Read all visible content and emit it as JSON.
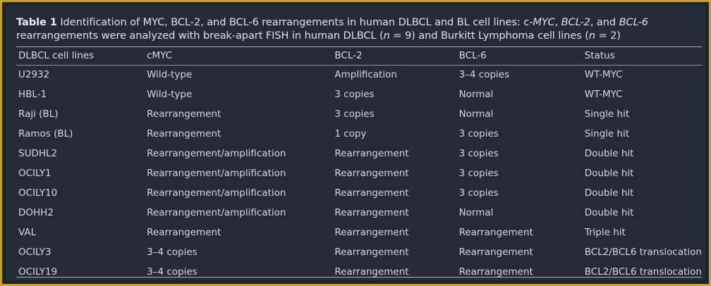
{
  "caption": {
    "label": "Table 1",
    "part1": " Identification of MYC, BCL-2, and BCL-6 rearrangements in human DLBCL and BL cell lines: c-",
    "myc": "MYC",
    "sep1": ", ",
    "bcl2": "BCL-2",
    "sep2": ", and ",
    "bcl6": "BCL-6",
    "part2": " rearrangements were analyzed with break-apart FISH in human DLBCL (",
    "n1_var": "n",
    "n1_val": " = 9) and Burkitt Lymphoma cell lines (",
    "n2_var": "n",
    "n2_val": " = 2)"
  },
  "table": {
    "headers": [
      "DLBCL cell lines",
      "cMYC",
      "BCL-2",
      "BCL-6",
      "Status"
    ],
    "rows": [
      [
        "U2932",
        "Wild-type",
        "Amplification",
        "3–4 copies",
        "WT-MYC"
      ],
      [
        "HBL-1",
        "Wild-type",
        "3 copies",
        "Normal",
        "WT-MYC"
      ],
      [
        "Raji (BL)",
        "Rearrangement",
        "3 copies",
        "Normal",
        "Single hit"
      ],
      [
        "Ramos (BL)",
        "Rearrangement",
        "1 copy",
        "3 copies",
        "Single hit"
      ],
      [
        "SUDHL2",
        "Rearrangement/amplification",
        "Rearrangement",
        "3 copies",
        "Double hit"
      ],
      [
        "OCILY1",
        "Rearrangement/amplification",
        "Rearrangement",
        "3 copies",
        "Double hit"
      ],
      [
        "OCILY10",
        "Rearrangement/amplification",
        "Rearrangement",
        "3 copies",
        "Double hit"
      ],
      [
        "DOHH2",
        "Rearrangement/amplification",
        "Rearrangement",
        "Normal",
        "Double hit"
      ],
      [
        "VAL",
        "Rearrangement",
        "Rearrangement",
        "Rearrangement",
        "Triple hit"
      ],
      [
        "OCILY3",
        "3–4 copies",
        "Rearrangement",
        "Rearrangement",
        "BCL2/BCL6 translocation"
      ],
      [
        "OCILY19",
        "3–4 copies",
        "Rearrangement",
        "Rearrangement",
        "BCL2/BCL6 translocation"
      ]
    ]
  },
  "colors": {
    "frame_border": "#c9a21f",
    "background": "#232b36",
    "text": "#d4d9df"
  }
}
